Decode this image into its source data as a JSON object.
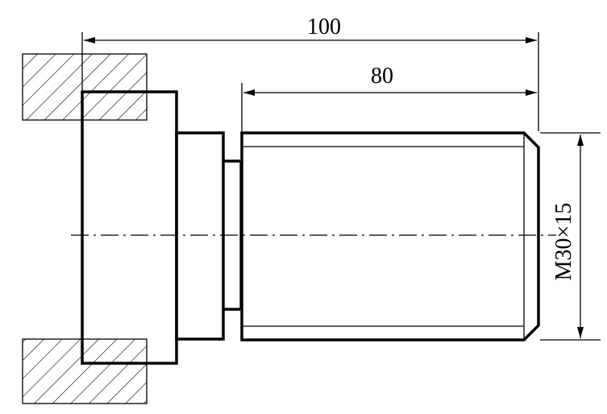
{
  "dimensions": {
    "overall_length": "100",
    "thread_length": "80",
    "thread_spec": "M30×15"
  },
  "colors": {
    "line": "#000000",
    "background": "#ffffff"
  }
}
